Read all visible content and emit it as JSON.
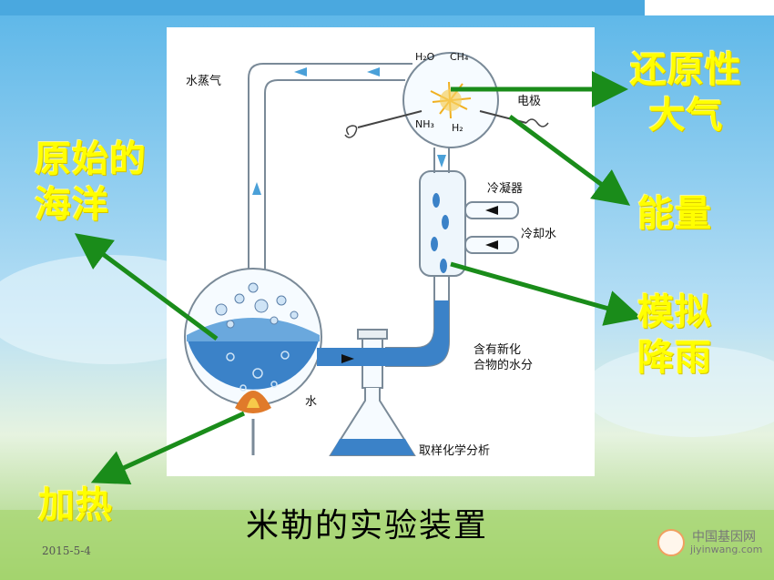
{
  "colors": {
    "label_text": "#ffff00",
    "arrow": "#1a8c1a",
    "water": "#3b82c8",
    "sky": "#4aa8df"
  },
  "labels": {
    "ocean": "原始的\n海洋",
    "atmosphere": "还原性\n大气",
    "energy": "能量",
    "rain": "模拟\n降雨",
    "heat": "加热"
  },
  "apparatus": {
    "steam": "水蒸气",
    "electrode": "电极",
    "condenser": "冷凝器",
    "cooling_water": "冷却水",
    "compound_water": "含有新化\n合物的水分",
    "water": "水",
    "sampling": "取样化学分析",
    "gases": [
      "H₂O",
      "CH₄",
      "NH₃",
      "H₂"
    ]
  },
  "title": "米勒的实验装置",
  "date": "2015-5-4",
  "watermark": {
    "name": "中国基因网",
    "url": "jiyinwang.com",
    "icon": "dna-logo-icon"
  }
}
